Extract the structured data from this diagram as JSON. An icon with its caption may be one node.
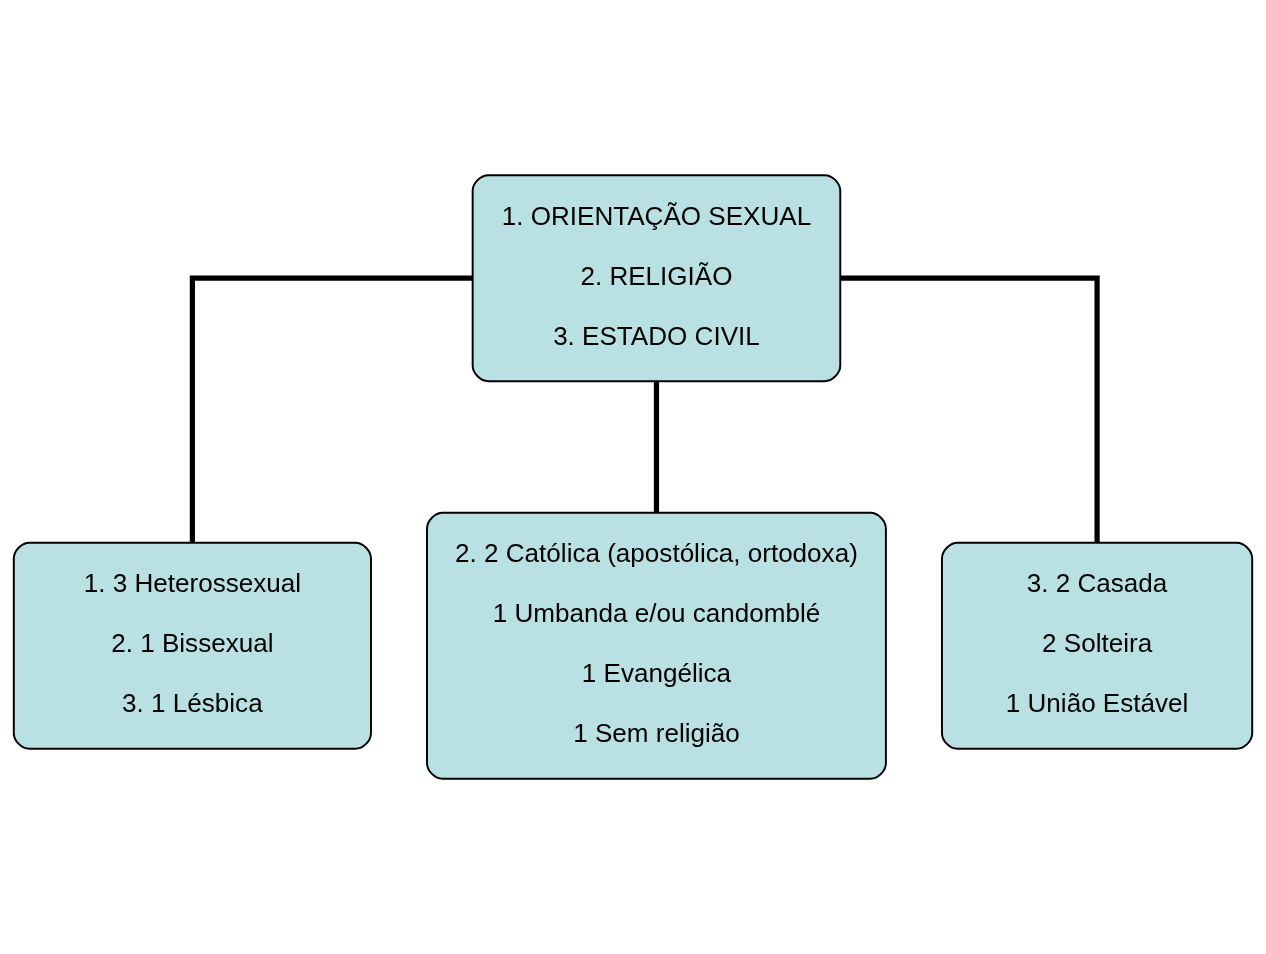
{
  "diagram": {
    "nodes": [
      {
        "text": [
          "1. ORIENTAÇÃO SEXUAL",
          "2. RELIGIÃO",
          "3. ESTADO CIVIL"
        ]
      },
      {
        "text": [
          "1. 3 Heterossexual",
          "2. 1 Bissexual",
          "3. 1 Lésbica"
        ]
      },
      {
        "text": [
          "2. 2 Católica (apostólica, ortodoxa)",
          "1 Umbanda e/ou candomblé",
          "1 Evangélica",
          "1 Sem religião"
        ]
      },
      {
        "text": [
          "3. 2 Casada",
          "2 Solteira",
          "1 União Estável"
        ]
      }
    ],
    "edges": [
      {
        "from": 0,
        "to": 1,
        "arrow": "none"
      },
      {
        "from": 0,
        "to": 2,
        "arrow": "none"
      },
      {
        "from": 0,
        "to": 3,
        "arrow": "none"
      }
    ]
  }
}
